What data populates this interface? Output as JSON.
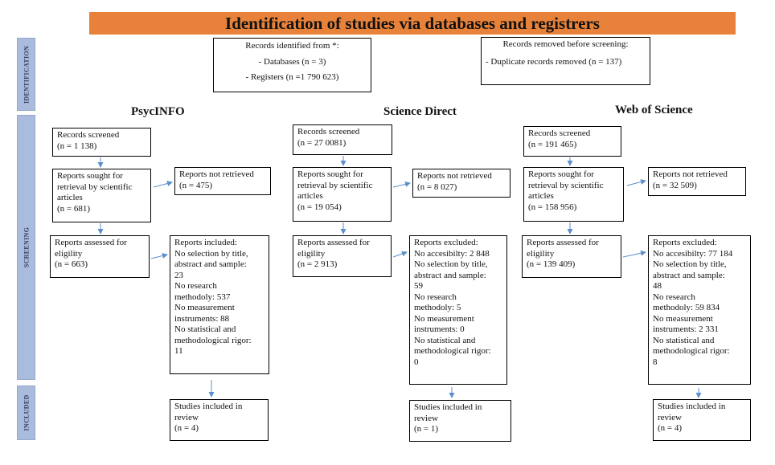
{
  "header": {
    "title": "Identification of studies via databases and registrers"
  },
  "stages": {
    "identification": "IDENTIFICATION",
    "screening": "SCREENING",
    "included": "INCLUDED"
  },
  "identification": {
    "identified": [
      "Records identified from *:",
      "- Databases (n = 3)",
      "- Registers (n =1 790 623)"
    ],
    "removed": [
      "Records removed before screening:",
      "-  Duplicate records removed    (n = 137)"
    ]
  },
  "columns": [
    {
      "title": "PsycINFO",
      "screened": [
        "Records screened",
        "(n = 1 138)"
      ],
      "sought": [
        "Reports sought for",
        "retrieval by scientific",
        "articles",
        "(n = 681)"
      ],
      "not_retrieved": [
        "Reports not retrieved",
        "(n = 475)"
      ],
      "assessed": [
        "Reports assessed for",
        "eligility",
        "(n = 663)"
      ],
      "excluded": [
        "Reports included:",
        "No selection by title,",
        "abstract and sample:",
        "23",
        "No research",
        "methodoly: 537",
        "No measurement",
        "instruments: 88",
        "No statistical and",
        "methodological rigor:",
        "11"
      ],
      "included": [
        "Studies included in",
        "review",
        "(n = 4)"
      ]
    },
    {
      "title": "Science Direct",
      "screened": [
        "Records screened",
        "(n = 27 0081)"
      ],
      "sought": [
        "Reports sought for",
        "retrieval by scientific",
        "articles",
        "(n = 19 054)"
      ],
      "not_retrieved": [
        "Reports not retrieved",
        "(n = 8 027)"
      ],
      "assessed": [
        "Reports assessed for",
        "eligility",
        "(n = 2 913)"
      ],
      "excluded": [
        "Reports excluded:",
        "No accesibilty: 2 848",
        "No selection by title,",
        "abstract and sample:",
        "59",
        "No research",
        "methodoly: 5",
        "No measurement",
        "instruments: 0",
        "No statistical and",
        "methodological rigor:",
        "0"
      ],
      "included": [
        "Studies included in",
        "review",
        "(n = 1)"
      ]
    },
    {
      "title": "Web of Science",
      "screened": [
        "Records screened",
        "(n = 191 465)"
      ],
      "sought": [
        "Reports sought for",
        "retrieval by scientific",
        "articles",
        "(n = 158 956)"
      ],
      "not_retrieved": [
        "Reports not retrieved",
        "(n = 32 509)"
      ],
      "assessed": [
        "Reports assessed for",
        "eligility",
        "(n = 139 409)"
      ],
      "excluded": [
        "Reports excluded:",
        "No accesibilty: 77 184",
        "No selection by title,",
        "abstract and sample:",
        "48",
        "No research",
        "methodoly: 59 834",
        "No measurement",
        "instruments: 2 331",
        "No statistical and",
        "methodological rigor:",
        "8"
      ],
      "included": [
        "Studies included in",
        "review",
        "(n = 4)"
      ]
    }
  ],
  "colors": {
    "banner": "#E8823A",
    "sidebar": "#A9BCDD",
    "arrow": "#5B8FCB"
  }
}
